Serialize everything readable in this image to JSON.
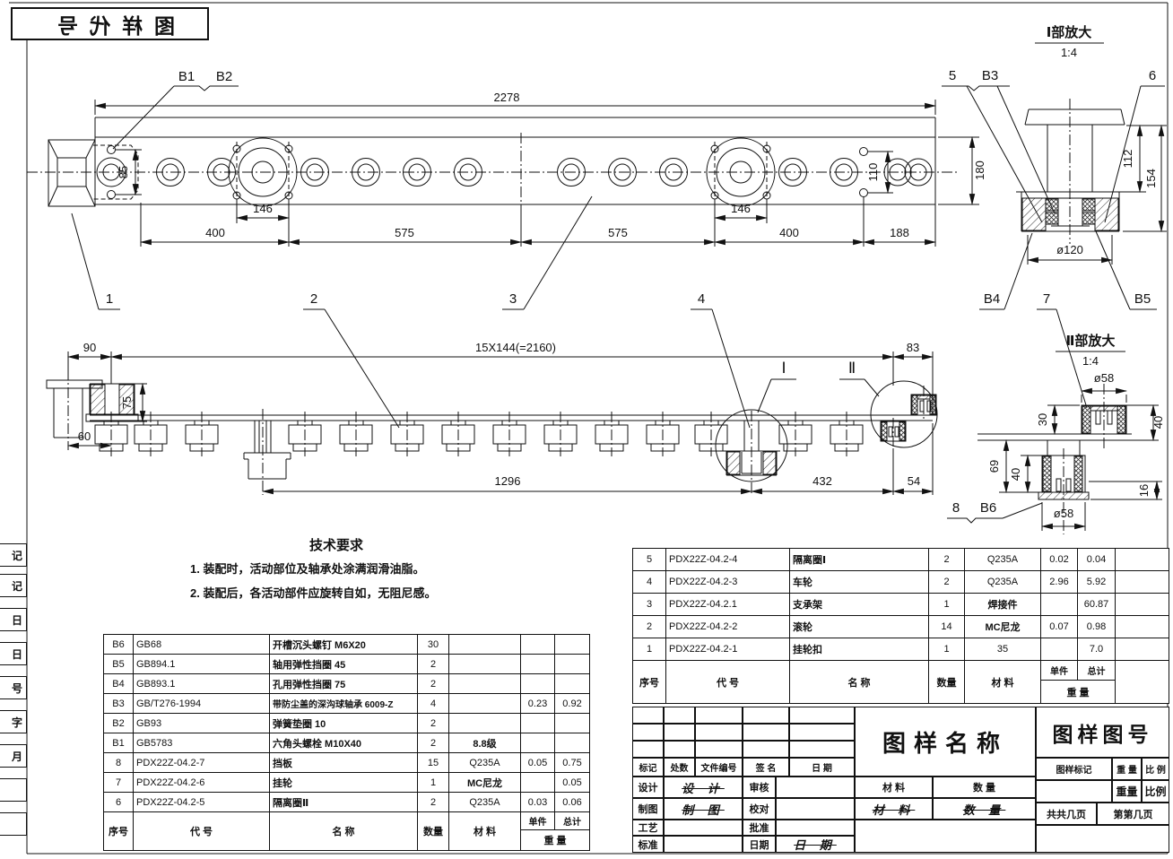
{
  "stamp": {
    "text": "图样代号"
  },
  "margin_strip": {
    "g1": "记",
    "g2": "记",
    "g3": "日",
    "g4": "日",
    "g5": "号",
    "g6": "字",
    "g7": "月"
  },
  "tech": {
    "title": "技术要求",
    "item1": "1. 装配时，活动部位及轴承处涂满润滑油脂。",
    "item2": "2. 装配后，各活动部件应旋转自如，无阻尼感。"
  },
  "top_view": {
    "balloons": {
      "b1": "B1",
      "b2": "B2",
      "n1": "1",
      "n2": "2",
      "n3": "3",
      "n4": "4"
    },
    "dims": {
      "overall": "2278",
      "height": "180",
      "d85": "85",
      "d110": "110",
      "pitch_l": "146",
      "pitch_r": "146",
      "seg1": "400",
      "seg2": "575",
      "seg3": "575",
      "seg4": "400",
      "seg5": "188"
    }
  },
  "side_view": {
    "balloons": {
      "b4": "B4",
      "n7": "7",
      "b5": "B5",
      "n8": "8",
      "b6": "B6"
    },
    "labels": {
      "d1": "Ⅰ",
      "d2": "Ⅱ"
    },
    "dims": {
      "d90": "90",
      "pitch": "15X144(=2160)",
      "d83": "83",
      "d75": "75",
      "d60": "60",
      "d1296": "1296",
      "d432": "432",
      "d54": "54"
    }
  },
  "detail1": {
    "title": "Ⅰ部放大",
    "scale": "1:4",
    "balloons": {
      "n5": "5",
      "b3": "B3",
      "n6": "6"
    },
    "dims": {
      "d112": "112",
      "d154": "154",
      "dia": "ø120"
    }
  },
  "detail2": {
    "title": "Ⅱ部放大",
    "scale": "1:4",
    "dims": {
      "dia_top": "ø58",
      "d30": "30",
      "d40t": "40",
      "d69": "69",
      "d40b": "40",
      "d16": "16",
      "dia_bot": "ø58"
    }
  },
  "left_bom": {
    "h": {
      "idx": "序号",
      "code": "代    号",
      "name": "名    称",
      "qty": "数量",
      "mat": "材    料",
      "unit": "单件",
      "total": "总计",
      "wt": "重  量"
    },
    "rows": [
      [
        "B6",
        "GB68",
        "开槽沉头螺钉  M6X20",
        "30",
        "",
        "",
        ""
      ],
      [
        "B5",
        "GB894.1",
        "轴用弹性挡圈  45",
        "2",
        "",
        "",
        ""
      ],
      [
        "B4",
        "GB893.1",
        "孔用弹性挡圈  75",
        "2",
        "",
        "",
        ""
      ],
      [
        "B3",
        "GB/T276-1994",
        "带防尘盖的深沟球轴承  6009-Z",
        "4",
        "",
        "0.23",
        "0.92"
      ],
      [
        "B2",
        "GB93",
        "弹簧垫圈  10",
        "2",
        "",
        "",
        ""
      ],
      [
        "B1",
        "GB5783",
        "六角头螺栓  M10X40",
        "2",
        "8.8级",
        "",
        ""
      ],
      [
        "8",
        "PDX22Z-04.2-7",
        "挡板",
        "15",
        "Q235A",
        "0.05",
        "0.75"
      ],
      [
        "7",
        "PDX22Z-04.2-6",
        "挂轮",
        "1",
        "MC尼龙",
        "",
        "0.05"
      ],
      [
        "6",
        "PDX22Z-04.2-5",
        "隔离圈Ⅱ",
        "2",
        "Q235A",
        "0.03",
        "0.06"
      ]
    ]
  },
  "right_bom": {
    "h": {
      "idx": "序号",
      "code": "代    号",
      "name": "名    称",
      "qty": "数量",
      "mat": "材    料",
      "unit": "单件",
      "total": "总计",
      "wt": "重  量"
    },
    "rows": [
      [
        "5",
        "PDX22Z-04.2-4",
        "隔离圈Ⅰ",
        "2",
        "Q235A",
        "0.02",
        "0.04",
        ""
      ],
      [
        "4",
        "PDX22Z-04.2-3",
        "车轮",
        "2",
        "Q235A",
        "2.96",
        "5.92",
        ""
      ],
      [
        "3",
        "PDX22Z-04.2.1",
        "支承架",
        "1",
        "焊接件",
        "",
        "60.87",
        ""
      ],
      [
        "2",
        "PDX22Z-04.2-2",
        "滚轮",
        "14",
        "MC尼龙",
        "0.07",
        "0.98",
        ""
      ],
      [
        "1",
        "PDX22Z-04.2-1",
        "挂轮扣",
        "1",
        "35",
        "",
        "7.0",
        ""
      ]
    ]
  },
  "title_block": {
    "cols": {
      "c1": "标记",
      "c2": "处数",
      "c3": "文件编号",
      "c4": "签  名",
      "c5": "日  期"
    },
    "labels": {
      "design": "设计",
      "check": "审核",
      "draw": "制图",
      "proof": "校对",
      "process": "工艺",
      "approve": "批准",
      "standard": "标准",
      "date": "日期",
      "material": "材  料",
      "quantity": "数  量",
      "big_name": "图样名称",
      "big_no": "图样图号",
      "mark": "图样标记",
      "weight": "重  量",
      "scale": "比  例",
      "weight2": "重量",
      "scale2": "比例",
      "pages": "共共几页",
      "page_no": "第第几页"
    },
    "scripts": {
      "design": "设 计",
      "draw": "制 图",
      "material": "材 料",
      "quantity": "数 量",
      "date": "日 期"
    }
  }
}
